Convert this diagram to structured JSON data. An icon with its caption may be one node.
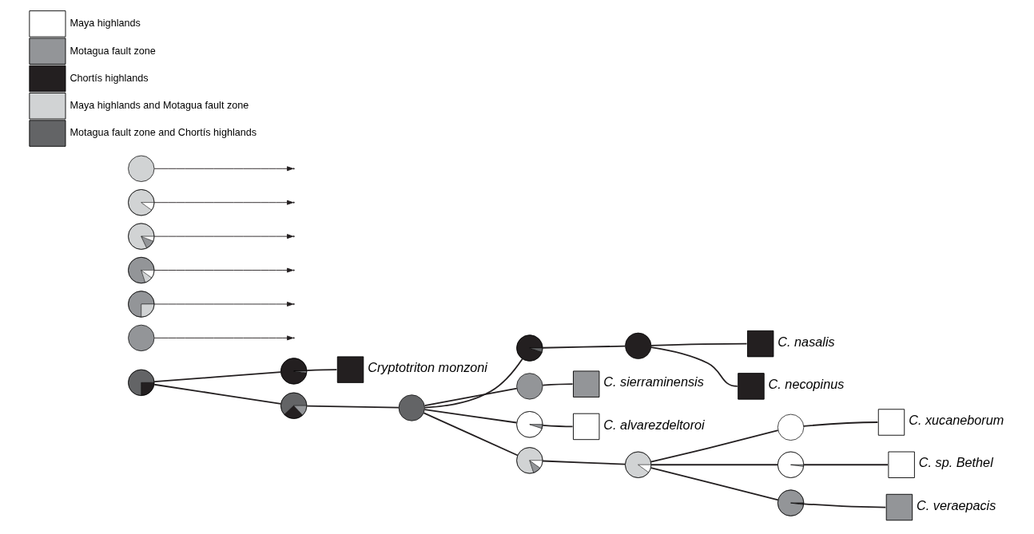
{
  "diagram": {
    "nodes": [
      {
        "text": [],
        "shape": "circle"
      },
      {
        "text": [],
        "shape": "circle"
      },
      {
        "text": [],
        "shape": "box",
        "beside": [
          "Cryptotriton monzoni"
        ]
      },
      {
        "text": [],
        "shape": "circle"
      },
      {
        "text": [],
        "shape": "circle"
      },
      {
        "text": [],
        "shape": "circle"
      },
      {
        "text": [],
        "shape": "circle"
      },
      {
        "text": [],
        "shape": "box",
        "beside": [
          "C. nasalis"
        ]
      },
      {
        "text": [],
        "shape": "box",
        "beside": [
          "C. necopinus"
        ]
      },
      {
        "text": [],
        "shape": "circle"
      },
      {
        "text": [],
        "shape": "box",
        "beside": [
          "C. sierraminensis"
        ]
      },
      {
        "text": [],
        "shape": "circle"
      },
      {
        "text": [],
        "shape": "box",
        "beside": [
          "C. alvarezdeltoroi"
        ]
      },
      {
        "text": [],
        "shape": "circle"
      },
      {
        "text": [],
        "shape": "circle"
      },
      {
        "text": [],
        "shape": "circle"
      },
      {
        "text": [],
        "shape": "box",
        "beside": [
          "C. xucaneborum"
        ]
      },
      {
        "text": [],
        "shape": "circle"
      },
      {
        "text": [],
        "shape": "box",
        "beside": [
          "C. sp. Bethel"
        ]
      },
      {
        "text": [],
        "shape": "circle"
      },
      {
        "text": [],
        "shape": "box",
        "beside": [
          "C. veraepacis"
        ]
      },
      {
        "text": [],
        "shape": "circle"
      },
      {
        "text": [],
        "shape": "circle"
      },
      {
        "text": [],
        "shape": "circle"
      },
      {
        "text": [],
        "shape": "circle"
      },
      {
        "text": [],
        "shape": "circle"
      },
      {
        "text": [],
        "shape": "circle"
      }
    ],
    "edges": [
      {
        "from": 0,
        "to": 1,
        "arrow": "none"
      },
      {
        "from": 1,
        "to": 2,
        "arrow": "none"
      },
      {
        "from": 0,
        "to": 3,
        "arrow": "none"
      },
      {
        "from": 3,
        "to": 4,
        "arrow": "none"
      },
      {
        "from": 4,
        "to": 5,
        "arrow": "none"
      },
      {
        "from": 5,
        "to": 6,
        "arrow": "none"
      },
      {
        "from": 6,
        "to": 7,
        "arrow": "none"
      },
      {
        "from": 6,
        "to": 8,
        "arrow": "none"
      },
      {
        "from": 4,
        "to": 9,
        "arrow": "none"
      },
      {
        "from": 9,
        "to": 10,
        "arrow": "none"
      },
      {
        "from": 4,
        "to": 11,
        "arrow": "none"
      },
      {
        "from": 11,
        "to": 12,
        "arrow": "none"
      },
      {
        "from": 4,
        "to": 13,
        "arrow": "none"
      },
      {
        "from": 13,
        "to": 14,
        "arrow": "none"
      },
      {
        "from": 14,
        "to": 15,
        "arrow": "none"
      },
      {
        "from": 15,
        "to": 16,
        "arrow": "none"
      },
      {
        "from": 14,
        "to": 17,
        "arrow": "none"
      },
      {
        "from": 17,
        "to": 18,
        "arrow": "none"
      },
      {
        "from": 14,
        "to": 19,
        "arrow": "none"
      },
      {
        "from": 19,
        "to": 20,
        "arrow": "none"
      },
      {
        "from": 21,
        "to": null,
        "arrow": "to"
      },
      {
        "from": 22,
        "to": null,
        "arrow": "to"
      },
      {
        "from": 23,
        "to": null,
        "arrow": "to"
      },
      {
        "from": 24,
        "to": null,
        "arrow": "to"
      },
      {
        "from": 25,
        "to": null,
        "arrow": "to"
      },
      {
        "from": 26,
        "to": null,
        "arrow": "to"
      }
    ],
    "legend": [
      {
        "text": "Maya highlands",
        "color": "#ffffff"
      },
      {
        "text": "Motagua fault zone",
        "color": "#939598"
      },
      {
        "text": "Chortís highlands",
        "color": "#231f20"
      },
      {
        "text": "Maya highlands and Motagua fault zone",
        "color": "#d1d3d4"
      },
      {
        "text": "Motagua fault zone and Chortís highlands",
        "color": "#636466"
      }
    ]
  }
}
